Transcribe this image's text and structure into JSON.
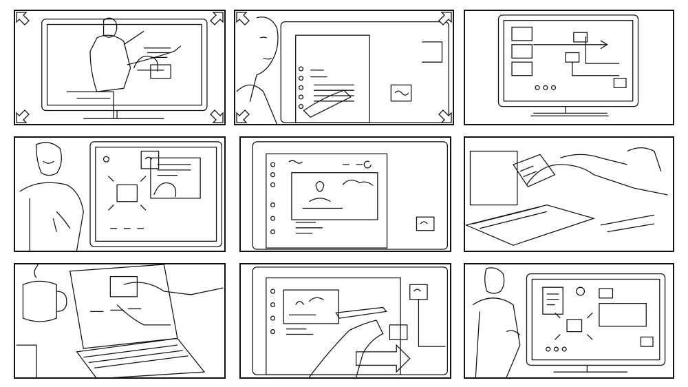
{
  "board": {
    "panels": [
      {
        "id": 1,
        "scene": "",
        "selected": true
      },
      {
        "id": 2,
        "scene": "",
        "selected": true
      },
      {
        "id": 3,
        "scene": "",
        "selected": false
      },
      {
        "id": 4,
        "scene": "",
        "selected": false
      },
      {
        "id": 5,
        "scene": "",
        "selected": false
      },
      {
        "id": 6,
        "scene": "",
        "selected": false
      },
      {
        "id": 7,
        "scene": "",
        "selected": false
      },
      {
        "id": 8,
        "scene": "",
        "selected": false
      },
      {
        "id": 9,
        "scene": "",
        "selected": false
      }
    ],
    "stroke_color": "#111111",
    "background_color": "#ffffff",
    "icons": [
      "expand-arrow-icon"
    ]
  }
}
